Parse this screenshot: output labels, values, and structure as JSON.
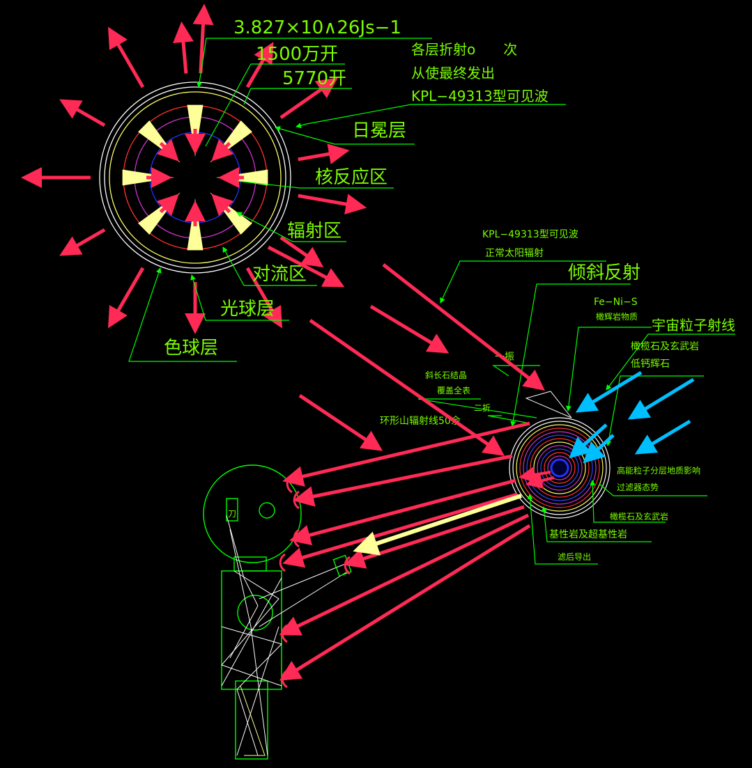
{
  "colors": {
    "background": "#000000",
    "label": "#7CFC00",
    "leader": "#00ff00",
    "ray_red": "#ff2a55",
    "ray_blue": "#00bfff",
    "ray_yellow": "#ffff99",
    "ring_white": "#ffffff",
    "ring_yellow": "#ffff66",
    "ring_red": "#ff3030",
    "ring_magenta": "#cc33cc",
    "ring_blue": "#2233ff"
  },
  "sun": {
    "energy": "3.827×10∧26Js−1",
    "core_temp": "1500万开",
    "surface_temp": "5770开",
    "refraction": "各层折射o　　次",
    "emit_note": "从使最终发出",
    "wave_note": "KPL−49313型可见波",
    "corona": "日冕层",
    "core": "核反应区",
    "radiation": "辐射区",
    "convection": "对流区",
    "photosphere": "光球层",
    "chromosphere": "色球层"
  },
  "planet": {
    "wave": "KPL−49313型可见波",
    "normal_rad": "正常太阳辐射",
    "oblique": "倾斜反射",
    "fe_ni": "Fe−Ni−S",
    "pyroxene": "橄辉岩物质",
    "cosmic": "宇宙粒子射线",
    "olivine_basalt": "橄榄石及玄武岩",
    "low_ca": "低钙辉石",
    "one_fold": "一振",
    "plagioclase": "斜长石结晶",
    "cover": "覆盖全表",
    "two_fold": "二折",
    "crater": "环形山辐射线50余",
    "high_energy": "高能粒子分层地质影响",
    "filter_state": "过滤器态势",
    "olivine_basalt2": "橄榄石及玄武岩",
    "basic_rock": "基性岩及超基性岩",
    "filtered_out": "滤后导出"
  }
}
